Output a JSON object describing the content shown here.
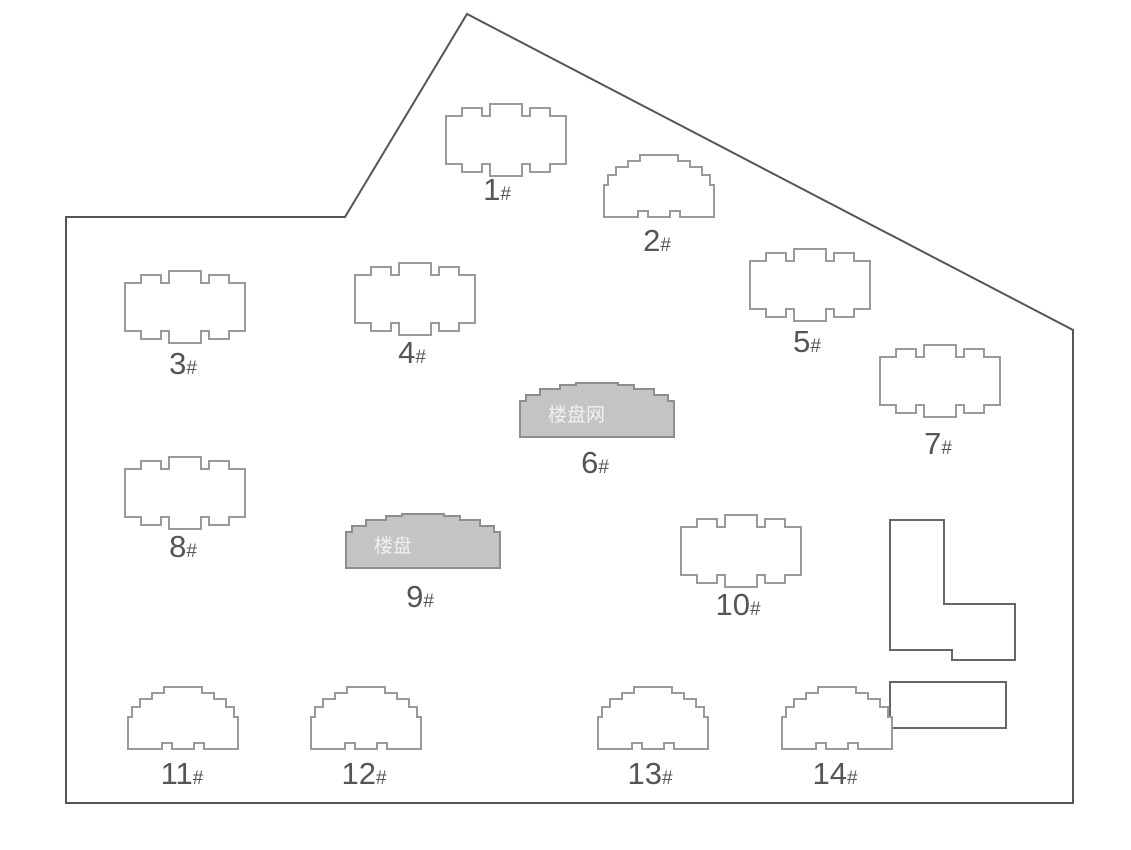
{
  "colors": {
    "boundary": "#555555",
    "building_stroke": "#9a9a9a",
    "highlight_fill": "#c4c4c4",
    "label": "#555555"
  },
  "buildings": [
    {
      "id": "b1",
      "number": "1",
      "suffix": "#",
      "shape": "castle",
      "highlighted": false
    },
    {
      "id": "b2",
      "number": "2",
      "suffix": "#",
      "shape": "arch",
      "highlighted": false
    },
    {
      "id": "b3",
      "number": "3",
      "suffix": "#",
      "shape": "castle",
      "highlighted": false
    },
    {
      "id": "b4",
      "number": "4",
      "suffix": "#",
      "shape": "castle",
      "highlighted": false
    },
    {
      "id": "b5",
      "number": "5",
      "suffix": "#",
      "shape": "castle",
      "highlighted": false
    },
    {
      "id": "b6",
      "number": "6",
      "suffix": "#",
      "shape": "dome",
      "highlighted": true,
      "watermark": "楼盘网"
    },
    {
      "id": "b7",
      "number": "7",
      "suffix": "#",
      "shape": "castle",
      "highlighted": false
    },
    {
      "id": "b8",
      "number": "8",
      "suffix": "#",
      "shape": "castle",
      "highlighted": false
    },
    {
      "id": "b9",
      "number": "9",
      "suffix": "#",
      "shape": "dome",
      "highlighted": true,
      "watermark": "楼盘"
    },
    {
      "id": "b10",
      "number": "10",
      "suffix": "#",
      "shape": "castle",
      "highlighted": false
    },
    {
      "id": "b11",
      "number": "11",
      "suffix": "#",
      "shape": "arch",
      "highlighted": false
    },
    {
      "id": "b12",
      "number": "12",
      "suffix": "#",
      "shape": "arch",
      "highlighted": false
    },
    {
      "id": "b13",
      "number": "13",
      "suffix": "#",
      "shape": "arch",
      "highlighted": false
    },
    {
      "id": "b14",
      "number": "14",
      "suffix": "#",
      "shape": "arch",
      "highlighted": false
    }
  ],
  "annexes": [
    {
      "id": "a1",
      "shape": "l-block"
    },
    {
      "id": "a2",
      "shape": "rectangle"
    }
  ]
}
